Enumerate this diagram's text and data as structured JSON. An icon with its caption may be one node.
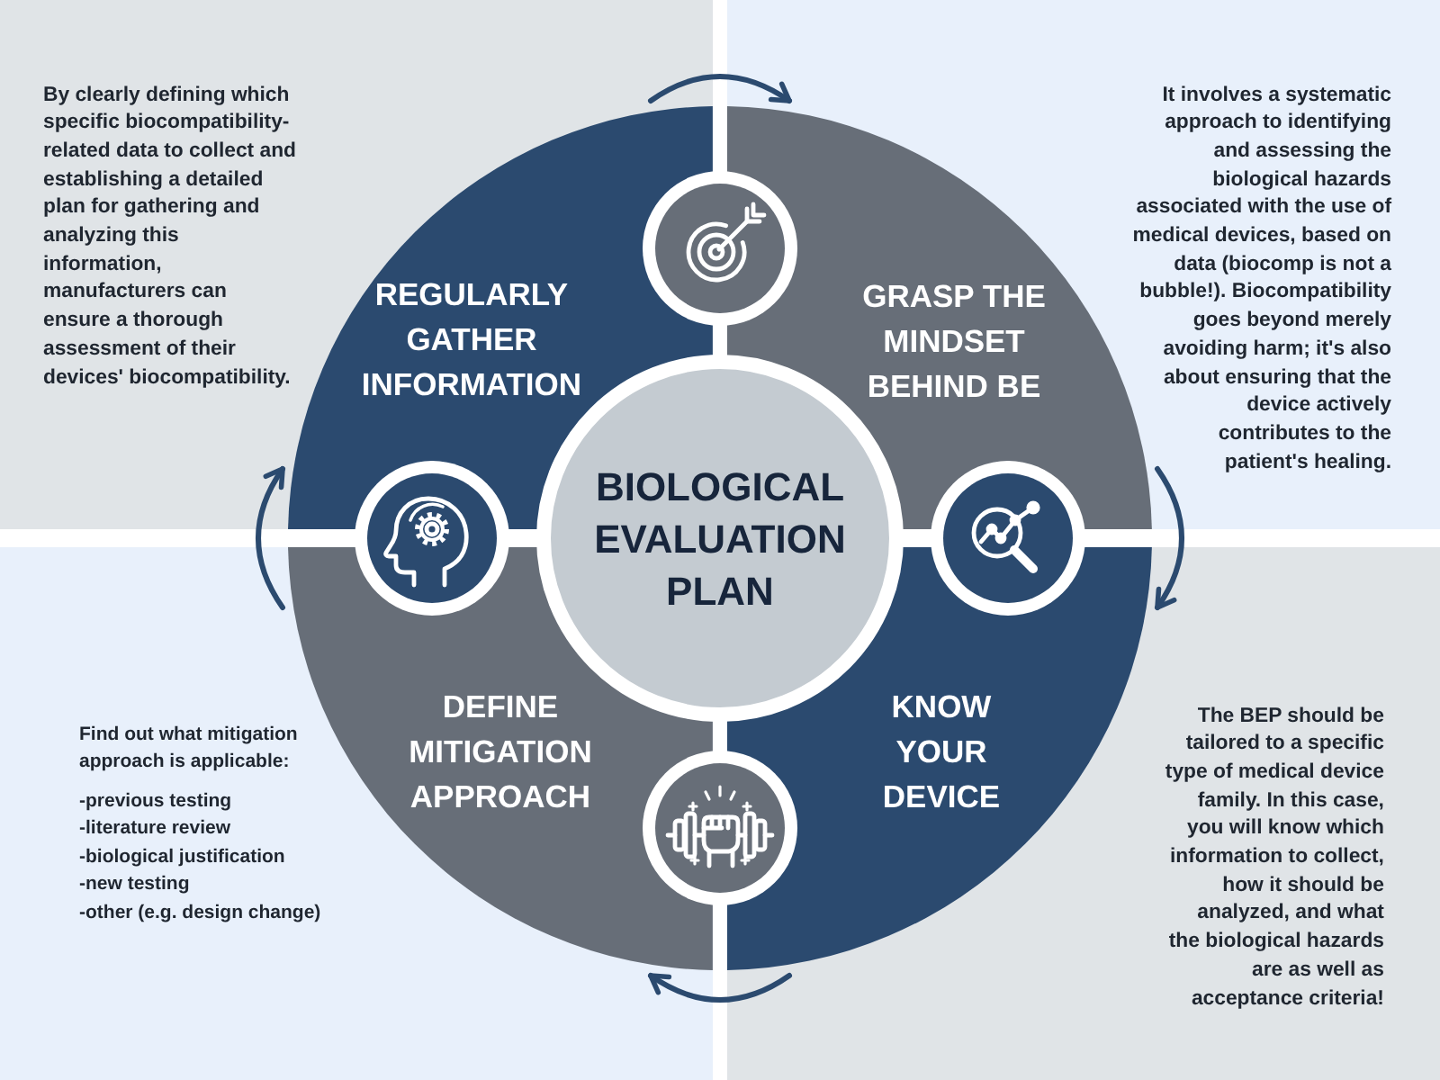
{
  "diagram": {
    "nodes": [
      {
        "text": [
          "REGULARLY GATHER INFORMATION"
        ],
        "beside": [
          "By clearly defining which specific biocompatibility-related data to collect and establishing a detailed plan for gathering and analyzing this information, manufacturers can ensure a thorough assessment of their devices' biocompatibility."
        ]
      },
      {
        "text": [
          "GRASP THE MINDSET BEHIND BE"
        ],
        "beside": [
          "It involves a systematic approach to identifying and assessing the biological hazards associated with the use of medical devices, based on data (biocomp is not a bubble!). Biocompatibility goes beyond merely avoiding harm; it's also about ensuring that the device actively contributes to the patient's healing."
        ]
      },
      {
        "text": [
          "BIOLOGICAL EVALUATION PLAN"
        ]
      },
      {
        "text": [
          "DEFINE MITIGATION APPROACH"
        ],
        "beside": [
          "Find out what mitigation approach is applicable:",
          "-previous testing",
          "-literature review",
          "-biological justification",
          "-new testing",
          "-other (e.g. design change)"
        ]
      },
      {
        "text": [
          "KNOW YOUR DEVICE"
        ],
        "beside": [
          "The BEP should be tailored to a specific type of medical device family. In this case, you will know which information to collect, how it should be analyzed, and what the biological hazards are as well as acceptance criteria!"
        ]
      }
    ],
    "edges": [
      {
        "from": 0,
        "to": 1,
        "arrow": "to"
      },
      {
        "from": 1,
        "to": 4,
        "arrow": "to"
      },
      {
        "from": 4,
        "to": 3,
        "arrow": "to"
      },
      {
        "from": 3,
        "to": 0,
        "arrow": "to"
      }
    ]
  }
}
